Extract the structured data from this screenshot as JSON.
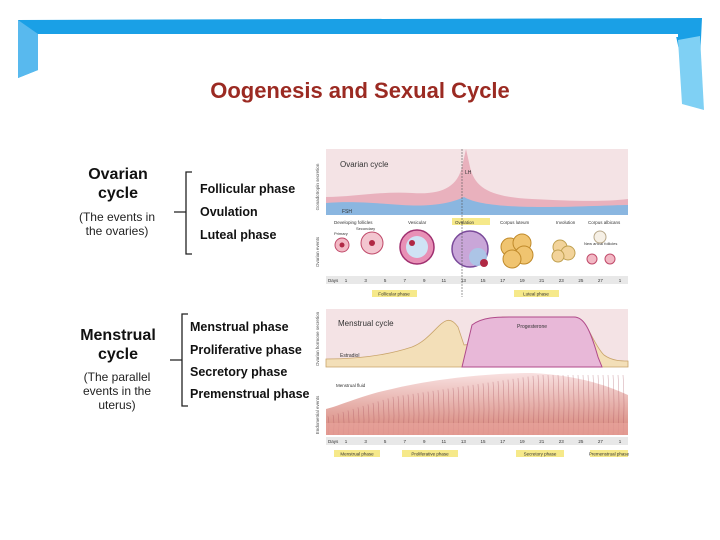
{
  "title": "Oogenesis and Sexual Cycle",
  "colors": {
    "title": "#9b2a22",
    "accent": "#1aa0e6",
    "hormone_fill": "#f3dfb8",
    "progesterone_fill": "#e8b8d8",
    "low_hormone_fill": "#9cc4e8"
  },
  "ovarian": {
    "heading": "Ovarian\ncycle",
    "sub": "(The events in\nthe ovaries)",
    "phases": [
      "Follicular phase",
      "Ovulation",
      "Luteal phase"
    ]
  },
  "menstrual": {
    "heading": "Menstrual\ncycle",
    "sub": "(The parallel\nevents in the\nuterus)",
    "phases": [
      "Menstrual phase",
      "Proliferative phase",
      "Secretory phase",
      "Premenstrual phase"
    ]
  },
  "figure": {
    "top_panel_label": "Ovarian cycle",
    "lh": "LH",
    "fsh": "FSH",
    "stage_labels": [
      "Developing follicles",
      "Secondary",
      "Primary",
      "Vesicular",
      "Ovulation",
      "Corpus luteum",
      "Involution",
      "Corpus albicans",
      "New antral follicles"
    ],
    "days_label": "Days",
    "day_ticks": [
      "1",
      "3",
      "5",
      "7",
      "9",
      "11",
      "13",
      "15",
      "17",
      "19",
      "21",
      "23",
      "25",
      "27",
      "1"
    ],
    "ovarian_bars": [
      "Follicular phase",
      "Luteal phase"
    ],
    "bottom_panel_label": "Menstrual cycle",
    "progesterone": "Progesterone",
    "estradiol": "Estradiol",
    "menstrual_fluid": "Menstrual fluid",
    "menstrual_bars": [
      "Menstrual phase",
      "Proliferative phase",
      "Secretory phase",
      "Premenstrual phase"
    ],
    "side_labels": [
      "Gonadotropin secretion",
      "Ovarian events",
      "Ovarian hormone secretion",
      "Endometrial events"
    ]
  }
}
